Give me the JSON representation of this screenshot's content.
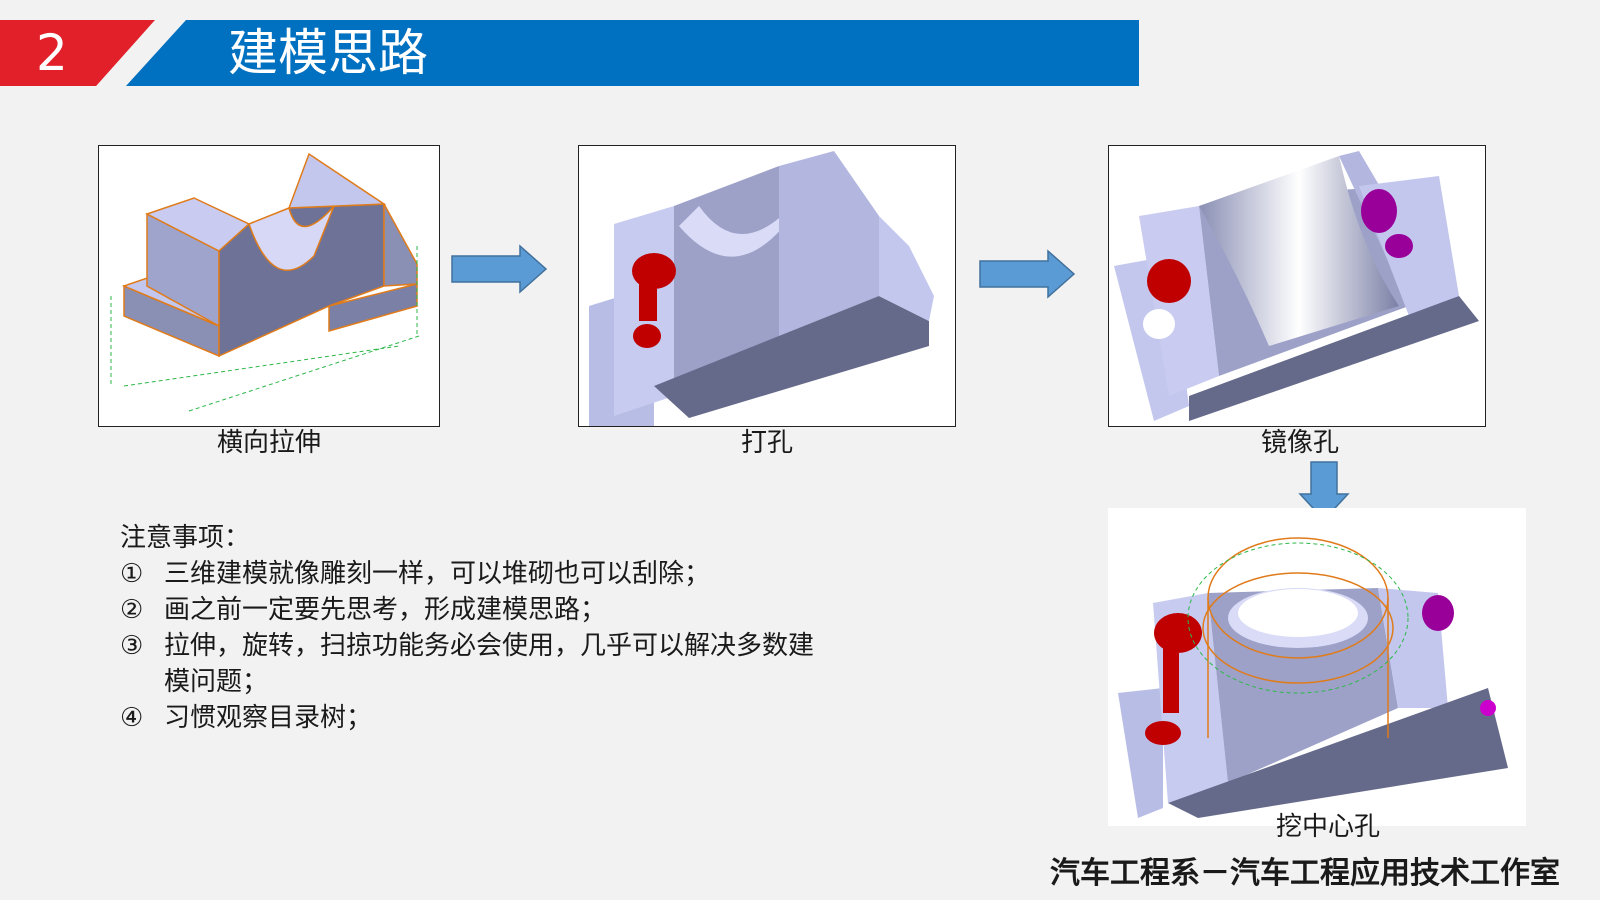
{
  "header": {
    "section_number": "2",
    "title": "建模思路"
  },
  "steps": [
    {
      "caption": "横向拉伸"
    },
    {
      "caption": "打孔"
    },
    {
      "caption": "镜像孔"
    },
    {
      "caption": "挖中心孔"
    }
  ],
  "notes": {
    "heading": "注意事项：",
    "items": [
      {
        "num": "①",
        "text": "三维建模就像雕刻一样，可以堆砌也可以刮除；"
      },
      {
        "num": "②",
        "text": "画之前一定要先思考，形成建模思路；"
      },
      {
        "num": "③",
        "text": "拉伸，旋转，扫掠功能务必会使用，几乎可以解决多数建",
        "cont": "模问题；"
      },
      {
        "num": "④",
        "text": "习惯观察目录树；"
      }
    ]
  },
  "footer": "汽车工程系－汽车工程应用技术工作室",
  "colors": {
    "accent_red": "#e1202a",
    "accent_blue": "#0070c0",
    "arrow": "#5b9bd5",
    "model": "#b8bde6",
    "hole": "#c00000"
  }
}
